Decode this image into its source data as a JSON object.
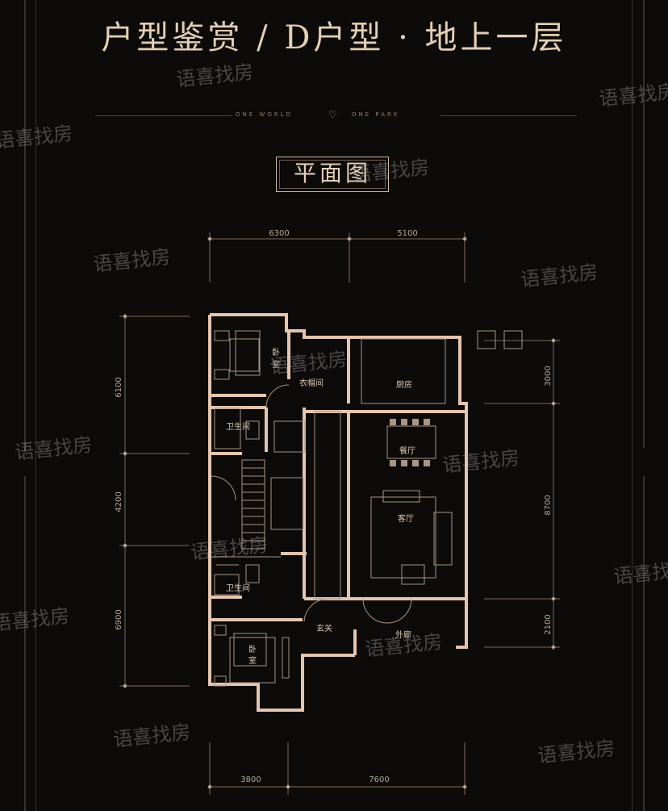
{
  "page": {
    "title": "户型鉴赏 / D户型 · 地上一层",
    "tagline_left": "ONE WORLD",
    "tagline_right": "ONE PARK",
    "plan_label": "平面图"
  },
  "watermark": "语喜找房",
  "dimensions": {
    "top": [
      "6300",
      "5100"
    ],
    "bottom": [
      "3800",
      "7600"
    ],
    "left": [
      "6100",
      "4200",
      "6900"
    ],
    "right": [
      "3000",
      "8700",
      "2100"
    ]
  },
  "rooms": {
    "bedroom_upper": [
      "卧",
      "室"
    ],
    "cloakroom": "衣帽间",
    "kitchen": "厨房",
    "bath_upper": "卫生间",
    "dining": "餐厅",
    "living": "客厅",
    "bath_lower": "卫生间",
    "foyer": "玄关",
    "porch": "外廊",
    "bedroom_lower": [
      "卧",
      "室"
    ]
  },
  "colors": {
    "background": "#0d0a0a",
    "wall": "#e4c5ae",
    "line": "#7b6a5e",
    "furniture": "#a89585"
  }
}
